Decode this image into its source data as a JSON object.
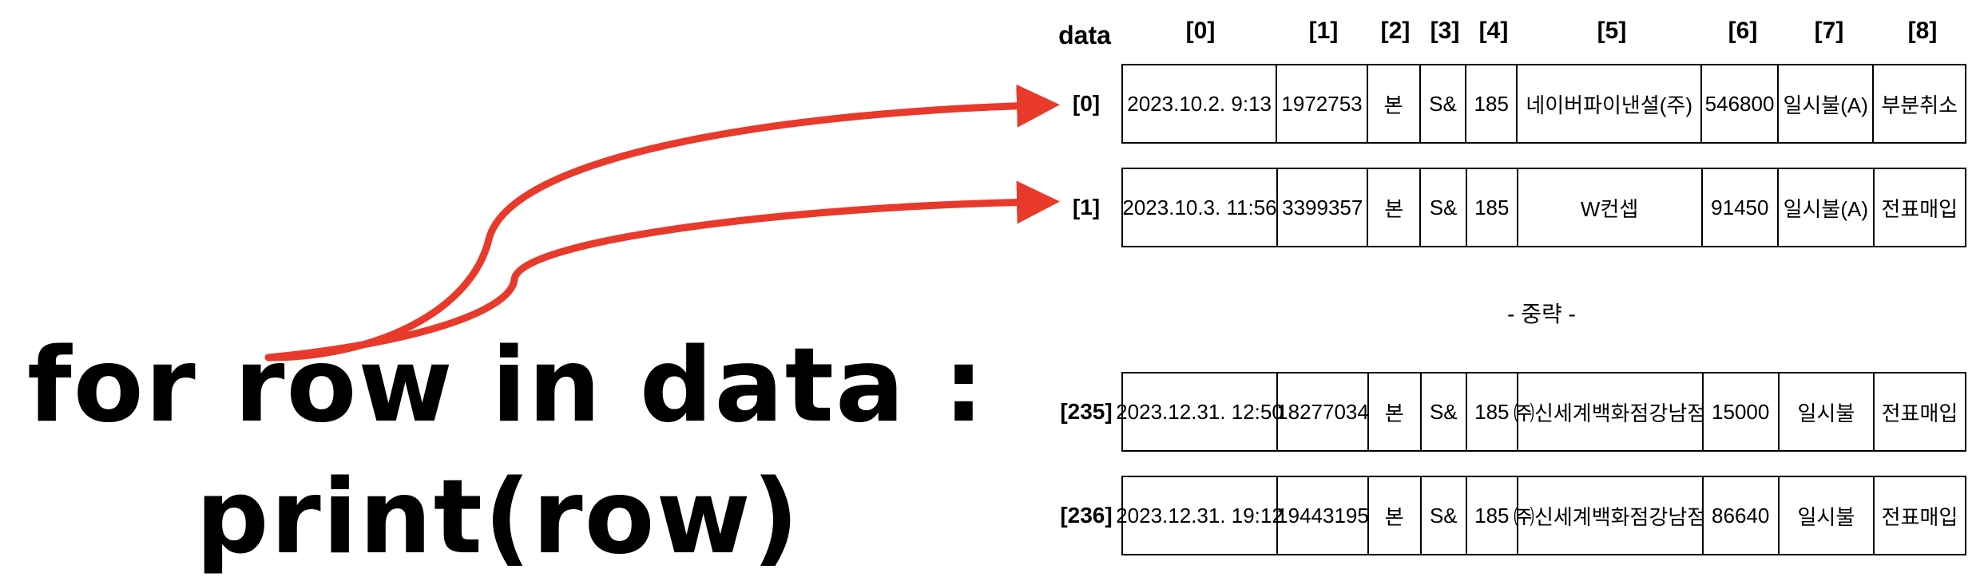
{
  "code": {
    "line1": "for row in data :",
    "line2": "print(row)"
  },
  "table": {
    "name": "data",
    "columns": [
      "[0]",
      "[1]",
      "[2]",
      "[3]",
      "[4]",
      "[5]",
      "[6]",
      "[7]",
      "[8]"
    ],
    "rows": [
      {
        "index": "[0]",
        "cells": [
          "2023.10.2.  9:13",
          "1972753",
          "본",
          "S&",
          "185",
          "네이버파이낸셜(주)",
          "546800",
          "일시불(A)",
          "부분취소"
        ]
      },
      {
        "index": "[1]",
        "cells": [
          "2023.10.3.  11:56",
          "3399357",
          "본",
          "S&",
          "185",
          "W컨셉",
          "91450",
          "일시불(A)",
          "전표매입"
        ]
      },
      {
        "index": "[235]",
        "cells": [
          "2023.12.31.  12:50",
          "18277034",
          "본",
          "S&",
          "185",
          "㈜신세계백화점강남점",
          "15000",
          "일시불",
          "전표매입"
        ]
      },
      {
        "index": "[236]",
        "cells": [
          "2023.12.31.  19:12",
          "19443195",
          "본",
          "S&",
          "185",
          "㈜신세계백화점강남점",
          "86640",
          "일시불",
          "전표매입"
        ]
      }
    ],
    "ellipsis": "- 중략 -"
  },
  "colors": {
    "arrow": "#e8392a",
    "text": "#000000",
    "background": "#ffffff"
  }
}
